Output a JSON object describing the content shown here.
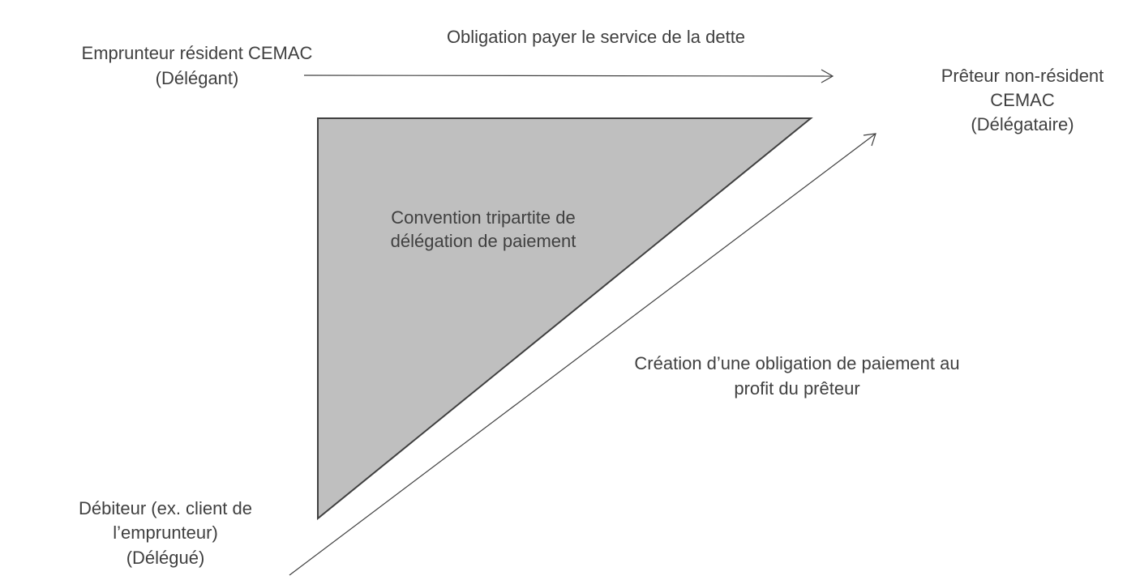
{
  "parties": {
    "borrower": {
      "line1": "Emprunteur résident CEMAC",
      "line2": "(Délégant)"
    },
    "lender": {
      "line1": "Prêteur non-résident",
      "line2": "CEMAC",
      "line3": "(Délégataire)"
    },
    "debtor": {
      "line1": "Débiteur (ex. client de",
      "line2": "l’emprunteur)",
      "line3": "(Délégué)"
    }
  },
  "relations": {
    "top_arrow": {
      "label": "Obligation payer le service de la dette"
    },
    "diagonal_arrow": {
      "line1": "Création d’une  obligation de paiement au",
      "line2": "profit du prêteur"
    }
  },
  "convention": {
    "line1": "Convention tripartite de",
    "line2": "délégation de paiement"
  },
  "colors": {
    "triangle_fill": "#bfbfbf",
    "stroke": "#404040",
    "text": "#404040"
  }
}
